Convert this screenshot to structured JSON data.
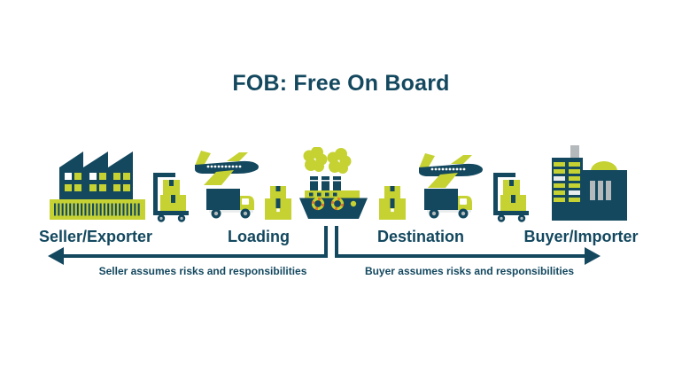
{
  "title": "FOB: Free On Board",
  "colors": {
    "dark_teal": "#13485f",
    "yellow_green": "#c5d232",
    "orange": "#e0762b",
    "gray": "#b4babc",
    "light_gray": "#e8ecec",
    "white": "#ffffff"
  },
  "stages": [
    {
      "label": "Seller/Exporter"
    },
    {
      "label": "Loading"
    },
    {
      "label": "Destination"
    },
    {
      "label": "Buyer/Importer"
    }
  ],
  "captions": {
    "seller": "Seller assumes risks and responsibilities",
    "buyer": "Buyer assumes risks and responsibilities"
  },
  "icons": [
    {
      "name": "factory-icon"
    },
    {
      "name": "hand-truck-icon-left"
    },
    {
      "name": "airplane-icon-left"
    },
    {
      "name": "delivery-truck-icon-left"
    },
    {
      "name": "package-box-icon-left"
    },
    {
      "name": "cargo-ship-icon"
    },
    {
      "name": "package-box-icon-right"
    },
    {
      "name": "airplane-icon-right"
    },
    {
      "name": "delivery-truck-icon-right"
    },
    {
      "name": "hand-truck-icon-right"
    },
    {
      "name": "warehouse-building-icon"
    }
  ]
}
